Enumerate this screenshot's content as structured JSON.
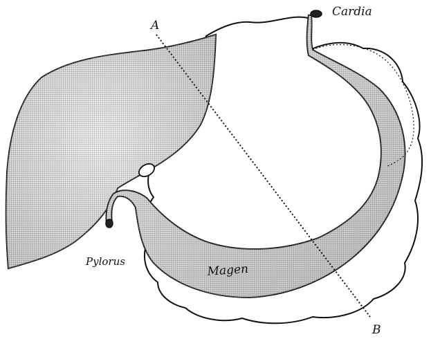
{
  "figure": {
    "labels": {
      "a": "A",
      "b": "B",
      "cardia": "Cardia",
      "pylorus": "Pylorus",
      "magen": "Magen"
    },
    "colors": {
      "ink": "#111111",
      "organ_fill": "#d6d6d6",
      "background": "#ffffff"
    }
  }
}
